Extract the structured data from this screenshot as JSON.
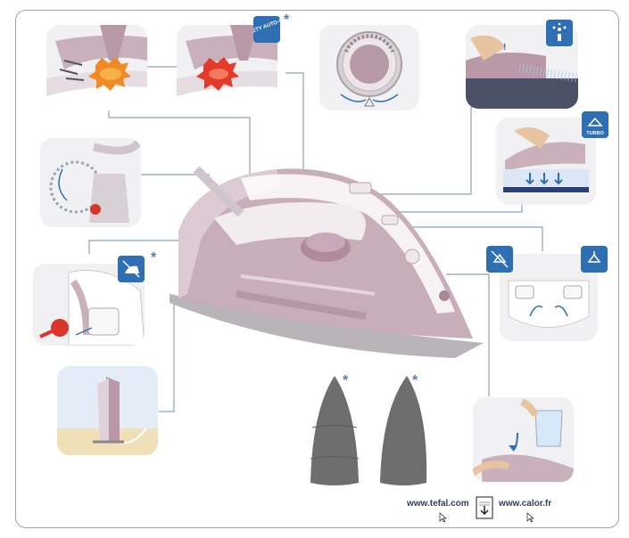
{
  "badges": {
    "safety": "SAFETY AUTO-OFF",
    "turbo": "TURBO"
  },
  "asterisk": "*",
  "links": {
    "tefal": "www.tefal.com",
    "calor": "www.calor.fr"
  },
  "colors": {
    "badge_blue": "#2e6fb3",
    "iron_mauve": "#c7aeb8",
    "soleplate_gray": "#6e6e6e",
    "connector": "#8fa0b8"
  }
}
